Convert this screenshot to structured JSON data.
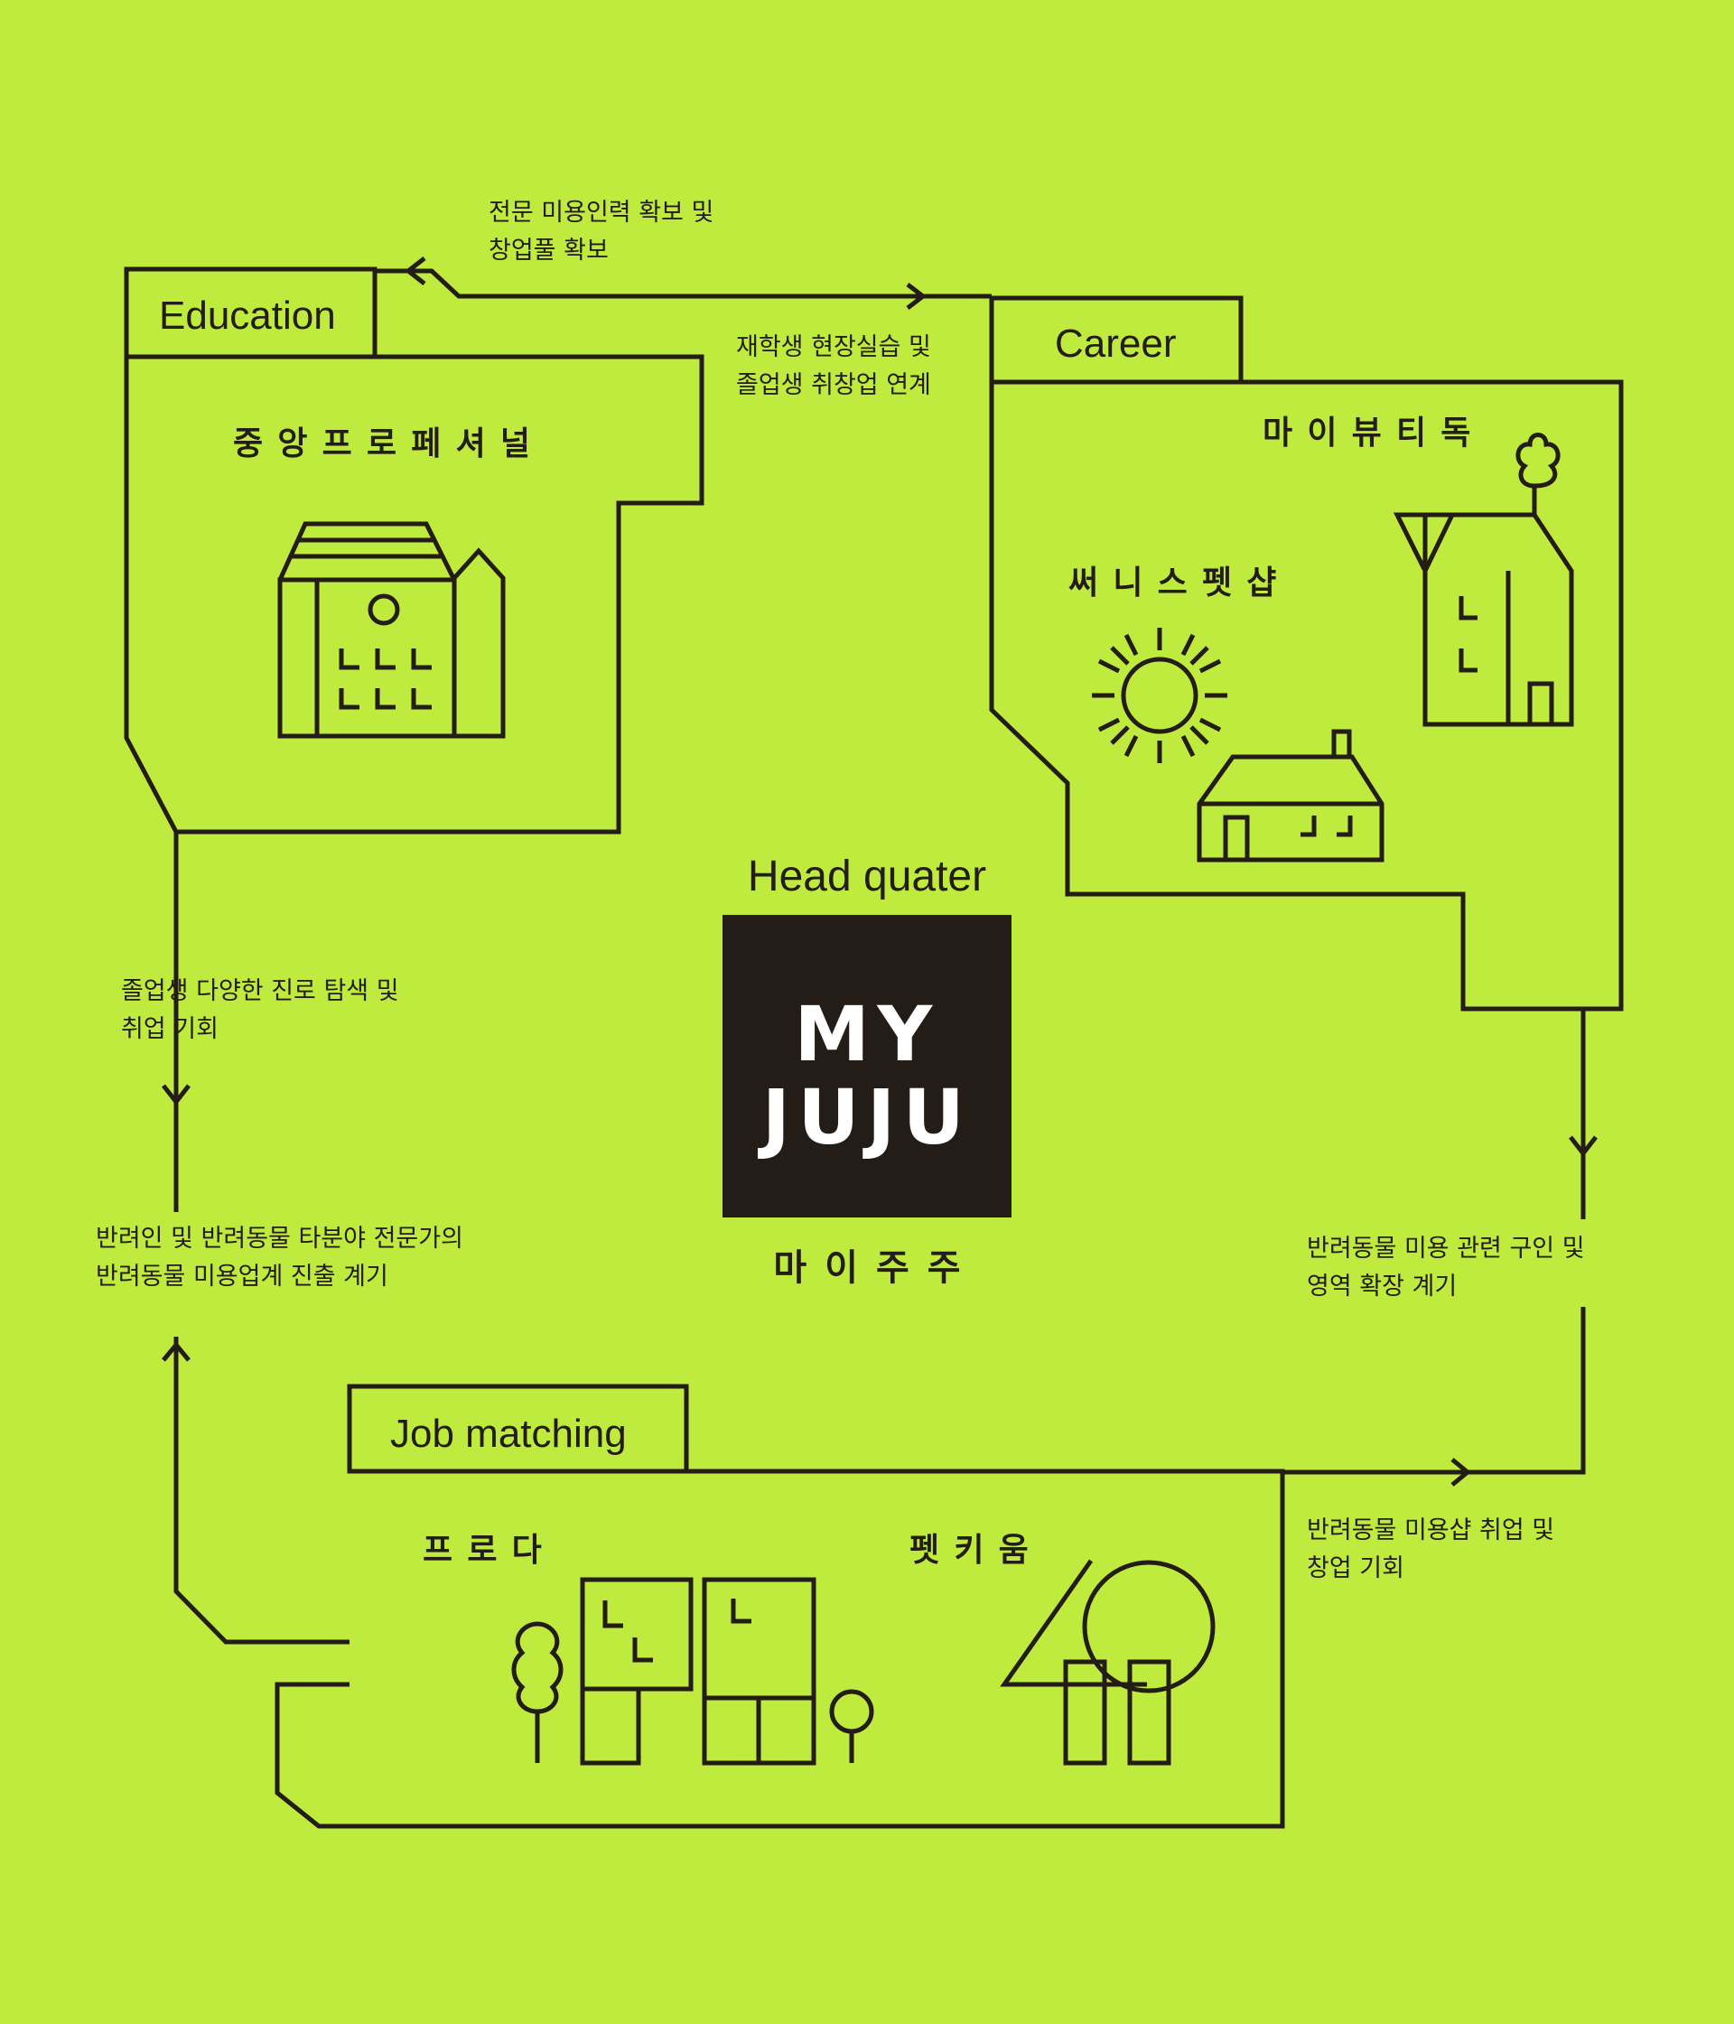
{
  "title": "Head quater",
  "logo": {
    "line1": "MY",
    "line2": "JUJU"
  },
  "hq_korean": "마이주주",
  "sections": {
    "education": {
      "label": "Education",
      "partner": "중앙프로페셔널"
    },
    "career": {
      "label": "Career",
      "partners": [
        "마이뷰티독",
        "써니스펫샵"
      ]
    },
    "job_matching": {
      "label": "Job matching",
      "partners": [
        "프로다",
        "펫키움"
      ]
    }
  },
  "flows": [
    {
      "lines": [
        "전문 미용인력 확보 및",
        "창업풀 확보"
      ]
    },
    {
      "lines": [
        "재학생 현장실습 및",
        "졸업생 취창업 연계"
      ]
    },
    {
      "lines": [
        "졸업생 다양한 진로 탐색 및",
        "취업 기회"
      ]
    },
    {
      "lines": [
        "반려인 및 반려동물 타분야 전문가의",
        "반려동물 미용업계 진출 계기"
      ]
    },
    {
      "lines": [
        "반려동물 미용 관련 구인 및",
        "영역 확장 계기"
      ]
    },
    {
      "lines": [
        "반려동물 미용샵 취업 및",
        "창업 기회"
      ]
    }
  ],
  "colors": {
    "background": "#bfea3e",
    "line": "#231c17",
    "logo_box": "#231c17",
    "logo_text": "#ffffff"
  }
}
